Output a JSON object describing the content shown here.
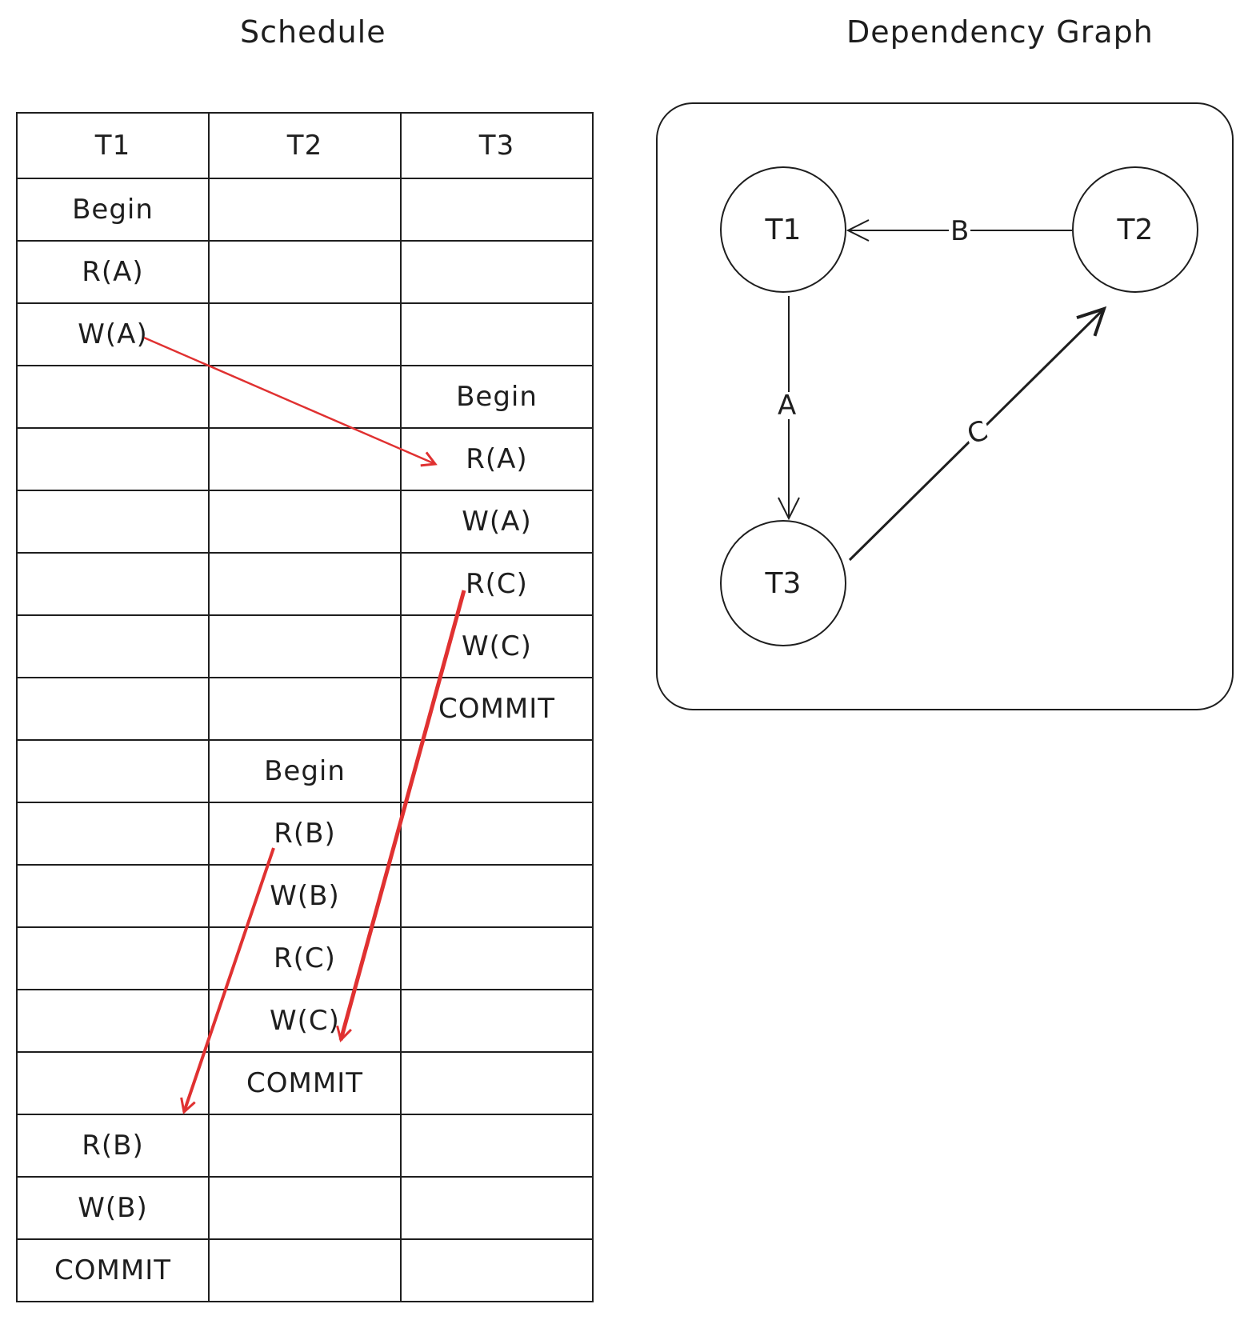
{
  "schedule": {
    "title": "Schedule",
    "headers": [
      "T1",
      "T2",
      "T3"
    ],
    "rows": [
      [
        "Begin",
        "",
        ""
      ],
      [
        "R(A)",
        "",
        ""
      ],
      [
        "W(A)",
        "",
        ""
      ],
      [
        "",
        "",
        "Begin"
      ],
      [
        "",
        "",
        "R(A)"
      ],
      [
        "",
        "",
        "W(A)"
      ],
      [
        "",
        "",
        "R(C)"
      ],
      [
        "",
        "",
        "W(C)"
      ],
      [
        "",
        "",
        "COMMIT"
      ],
      [
        "",
        "Begin",
        ""
      ],
      [
        "",
        "R(B)",
        ""
      ],
      [
        "",
        "W(B)",
        ""
      ],
      [
        "",
        "R(C)",
        ""
      ],
      [
        "",
        "W(C)",
        ""
      ],
      [
        "",
        "COMMIT",
        ""
      ],
      [
        "R(B)",
        "",
        ""
      ],
      [
        "W(B)",
        "",
        ""
      ],
      [
        "COMMIT",
        "",
        ""
      ]
    ],
    "arrow_color": "#e03131"
  },
  "graph": {
    "title": "Dependency Graph",
    "nodes": {
      "t1": "T1",
      "t2": "T2",
      "t3": "T3"
    },
    "edges": [
      {
        "from": "T2",
        "to": "T1",
        "label": "B"
      },
      {
        "from": "T1",
        "to": "T3",
        "label": "A"
      },
      {
        "from": "T3",
        "to": "T2",
        "label": "C"
      }
    ],
    "stroke_color": "#1e1e1e"
  }
}
